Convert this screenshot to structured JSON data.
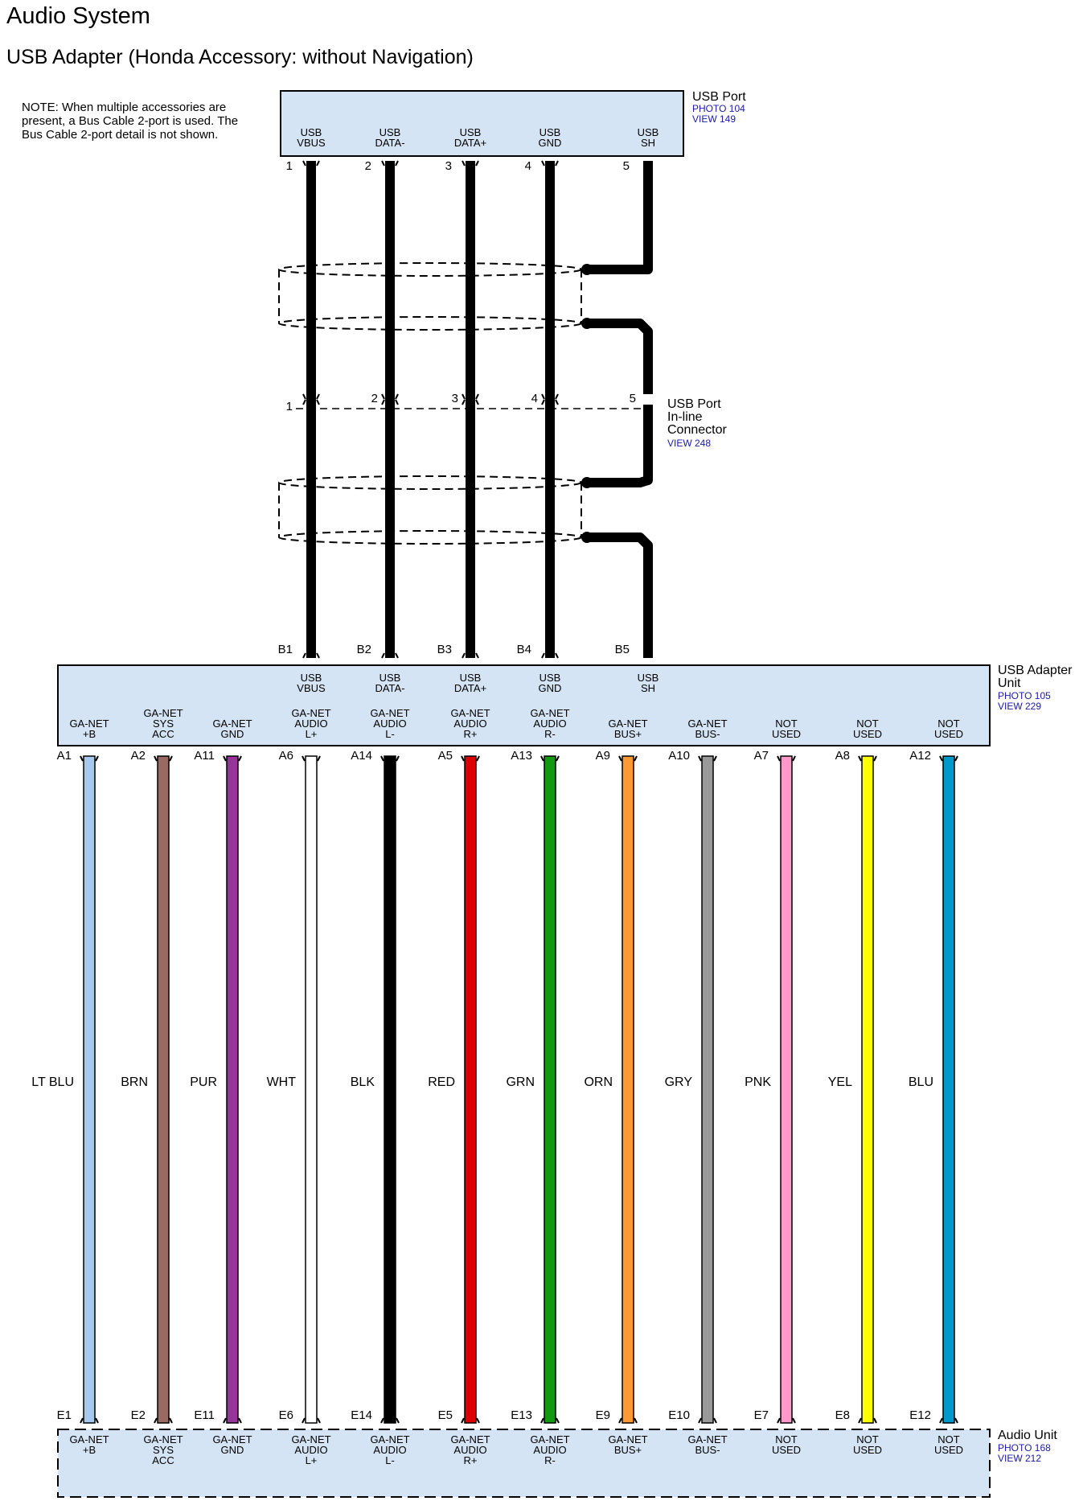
{
  "title": "Audio System",
  "subtitle": "USB Adapter (Honda Accessory: without Navigation)",
  "note": [
    "NOTE: When multiple accessories are",
    "present, a Bus Cable 2-port is used. The",
    "Bus Cable 2-port detail is not shown."
  ],
  "usb_port": {
    "name": "USB Port",
    "photo": "PHOTO 104",
    "view": "VIEW 149",
    "pins": [
      {
        "num": "1",
        "label": [
          "USB",
          "VBUS"
        ]
      },
      {
        "num": "2",
        "label": [
          "USB",
          "DATA-"
        ]
      },
      {
        "num": "3",
        "label": [
          "USB",
          "DATA+"
        ]
      },
      {
        "num": "4",
        "label": [
          "USB",
          "GND"
        ]
      },
      {
        "num": "5",
        "label": [
          "USB",
          "SH"
        ]
      }
    ]
  },
  "inline_connector": {
    "name": [
      "USB Port",
      "In-line",
      "Connector"
    ],
    "view": "VIEW 248",
    "pins": [
      "1",
      "2",
      "3",
      "4",
      "5"
    ]
  },
  "adapter_unit": {
    "name": [
      "USB Adapter",
      "Unit"
    ],
    "photo": "PHOTO 105",
    "view": "VIEW 229",
    "b_pins": [
      {
        "num": "B1",
        "label": [
          "USB",
          "VBUS"
        ]
      },
      {
        "num": "B2",
        "label": [
          "USB",
          "DATA-"
        ]
      },
      {
        "num": "B3",
        "label": [
          "USB",
          "DATA+"
        ]
      },
      {
        "num": "B4",
        "label": [
          "USB",
          "GND"
        ]
      },
      {
        "num": "B5",
        "label": [
          "USB",
          "SH"
        ]
      }
    ],
    "a_pins": [
      {
        "num": "A1",
        "label": [
          "GA-NET",
          "+B"
        ]
      },
      {
        "num": "A2",
        "label": [
          "GA-NET",
          "SYS",
          "ACC"
        ]
      },
      {
        "num": "A11",
        "label": [
          "GA-NET",
          "GND"
        ]
      },
      {
        "num": "A6",
        "label": [
          "GA-NET",
          "AUDIO",
          "L+"
        ]
      },
      {
        "num": "A14",
        "label": [
          "GA-NET",
          "AUDIO",
          "L-"
        ]
      },
      {
        "num": "A5",
        "label": [
          "GA-NET",
          "AUDIO",
          "R+"
        ]
      },
      {
        "num": "A13",
        "label": [
          "GA-NET",
          "AUDIO",
          "R-"
        ]
      },
      {
        "num": "A9",
        "label": [
          "GA-NET",
          "BUS+"
        ]
      },
      {
        "num": "A10",
        "label": [
          "GA-NET",
          "BUS-"
        ]
      },
      {
        "num": "A7",
        "label": [
          "NOT",
          "USED"
        ]
      },
      {
        "num": "A8",
        "label": [
          "NOT",
          "USED"
        ]
      },
      {
        "num": "A12",
        "label": [
          "NOT",
          "USED"
        ]
      }
    ]
  },
  "audio_unit": {
    "name": "Audio Unit",
    "photo": "PHOTO 168",
    "view": "VIEW 212",
    "pins": [
      {
        "num": "E1",
        "label": [
          "GA-NET",
          "+B"
        ]
      },
      {
        "num": "E2",
        "label": [
          "GA-NET",
          "SYS",
          "ACC"
        ]
      },
      {
        "num": "E11",
        "label": [
          "GA-NET",
          "GND"
        ]
      },
      {
        "num": "E6",
        "label": [
          "GA-NET",
          "AUDIO",
          "L+"
        ]
      },
      {
        "num": "E14",
        "label": [
          "GA-NET",
          "AUDIO",
          "L-"
        ]
      },
      {
        "num": "E5",
        "label": [
          "GA-NET",
          "AUDIO",
          "R+"
        ]
      },
      {
        "num": "E13",
        "label": [
          "GA-NET",
          "AUDIO",
          "R-"
        ]
      },
      {
        "num": "E9",
        "label": [
          "GA-NET",
          "BUS+"
        ]
      },
      {
        "num": "E10",
        "label": [
          "GA-NET",
          "BUS-"
        ]
      },
      {
        "num": "E7",
        "label": [
          "NOT",
          "USED"
        ]
      },
      {
        "num": "E8",
        "label": [
          "NOT",
          "USED"
        ]
      },
      {
        "num": "E12",
        "label": [
          "NOT",
          "USED"
        ]
      }
    ]
  },
  "wires": [
    {
      "color_name": "LT BLU",
      "color": "#a8c8ec"
    },
    {
      "color_name": "BRN",
      "color": "#9a6a62"
    },
    {
      "color_name": "PUR",
      "color": "#993399"
    },
    {
      "color_name": "WHT",
      "color": "#ffffff"
    },
    {
      "color_name": "BLK",
      "color": "#000000"
    },
    {
      "color_name": "RED",
      "color": "#dd0000"
    },
    {
      "color_name": "GRN",
      "color": "#119911"
    },
    {
      "color_name": "ORN",
      "color": "#ff9933"
    },
    {
      "color_name": "GRY",
      "color": "#999999"
    },
    {
      "color_name": "PNK",
      "color": "#ff99cc"
    },
    {
      "color_name": "YEL",
      "color": "#ffff00"
    },
    {
      "color_name": "BLU",
      "color": "#0099cc"
    }
  ],
  "colors": {
    "box_fill": "#d4e4f4",
    "link": "#1a1aa6"
  }
}
